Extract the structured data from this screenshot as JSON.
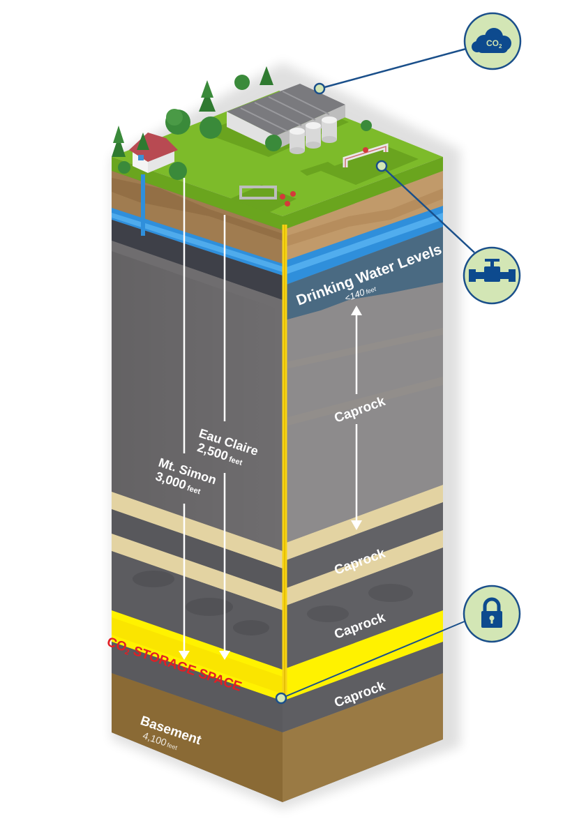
{
  "diagram": {
    "title": "CO2 geologic storage cross-section",
    "layers": [
      {
        "id": "surface",
        "name": "Surface (grass)",
        "color": "#7dbb2a"
      },
      {
        "id": "soil",
        "name": "Soil",
        "color": "#a9865a"
      },
      {
        "id": "aquifer",
        "name": "Drinking Water Levels",
        "color": "#2a8fd6"
      },
      {
        "id": "caprock-1",
        "name": "Caprock",
        "color": "#8c8b8c"
      },
      {
        "id": "sand-1",
        "name": "Sandstone",
        "color": "#e5d6a6"
      },
      {
        "id": "caprock-2",
        "name": "Caprock",
        "color": "#626266"
      },
      {
        "id": "caprock-3",
        "name": "Caprock",
        "color": "#5f5f63"
      },
      {
        "id": "storage",
        "name": "CO2 Storage Space",
        "color": "#fff200"
      },
      {
        "id": "caprock-4",
        "name": "Caprock",
        "color": "#5a5a5e"
      },
      {
        "id": "basement",
        "name": "Basement",
        "color": "#8a6a35"
      }
    ],
    "labels": {
      "drinking_water": "Drinking Water Levels",
      "drinking_water_depth_value": "<140",
      "drinking_water_depth_unit": "feet",
      "caprock_main": "Caprock",
      "caprock_2": "Caprock",
      "caprock_3": "Caprock",
      "caprock_4": "Caprock",
      "eau_claire_name": "Eau Claire",
      "eau_claire_depth_value": "2,500",
      "eau_claire_depth_unit": "feet",
      "mt_simon_name": "Mt. Simon",
      "mt_simon_depth_value": "3,000",
      "mt_simon_depth_unit": "feet",
      "storage_prefix": "CO",
      "storage_sub": "2",
      "storage_suffix": " STORAGE SPACE",
      "basement_name": "Basement",
      "basement_depth_value": "4,100",
      "basement_depth_unit": "feet"
    },
    "callouts": [
      {
        "id": "capture",
        "icon": "co2-cloud-icon",
        "text": "CO",
        "sub": "2",
        "target": "facility"
      },
      {
        "id": "transport",
        "icon": "pipeline-valve-icon",
        "target": "pipeline"
      },
      {
        "id": "secure",
        "icon": "padlock-icon",
        "target": "storage-layer"
      }
    ],
    "colors": {
      "callout_fill": "#d3e6b5",
      "callout_stroke": "#1a4f8a",
      "icon_blue": "#0d4a8e",
      "well_yellow": "#f7d417",
      "storage_text": "#e31e24"
    }
  }
}
